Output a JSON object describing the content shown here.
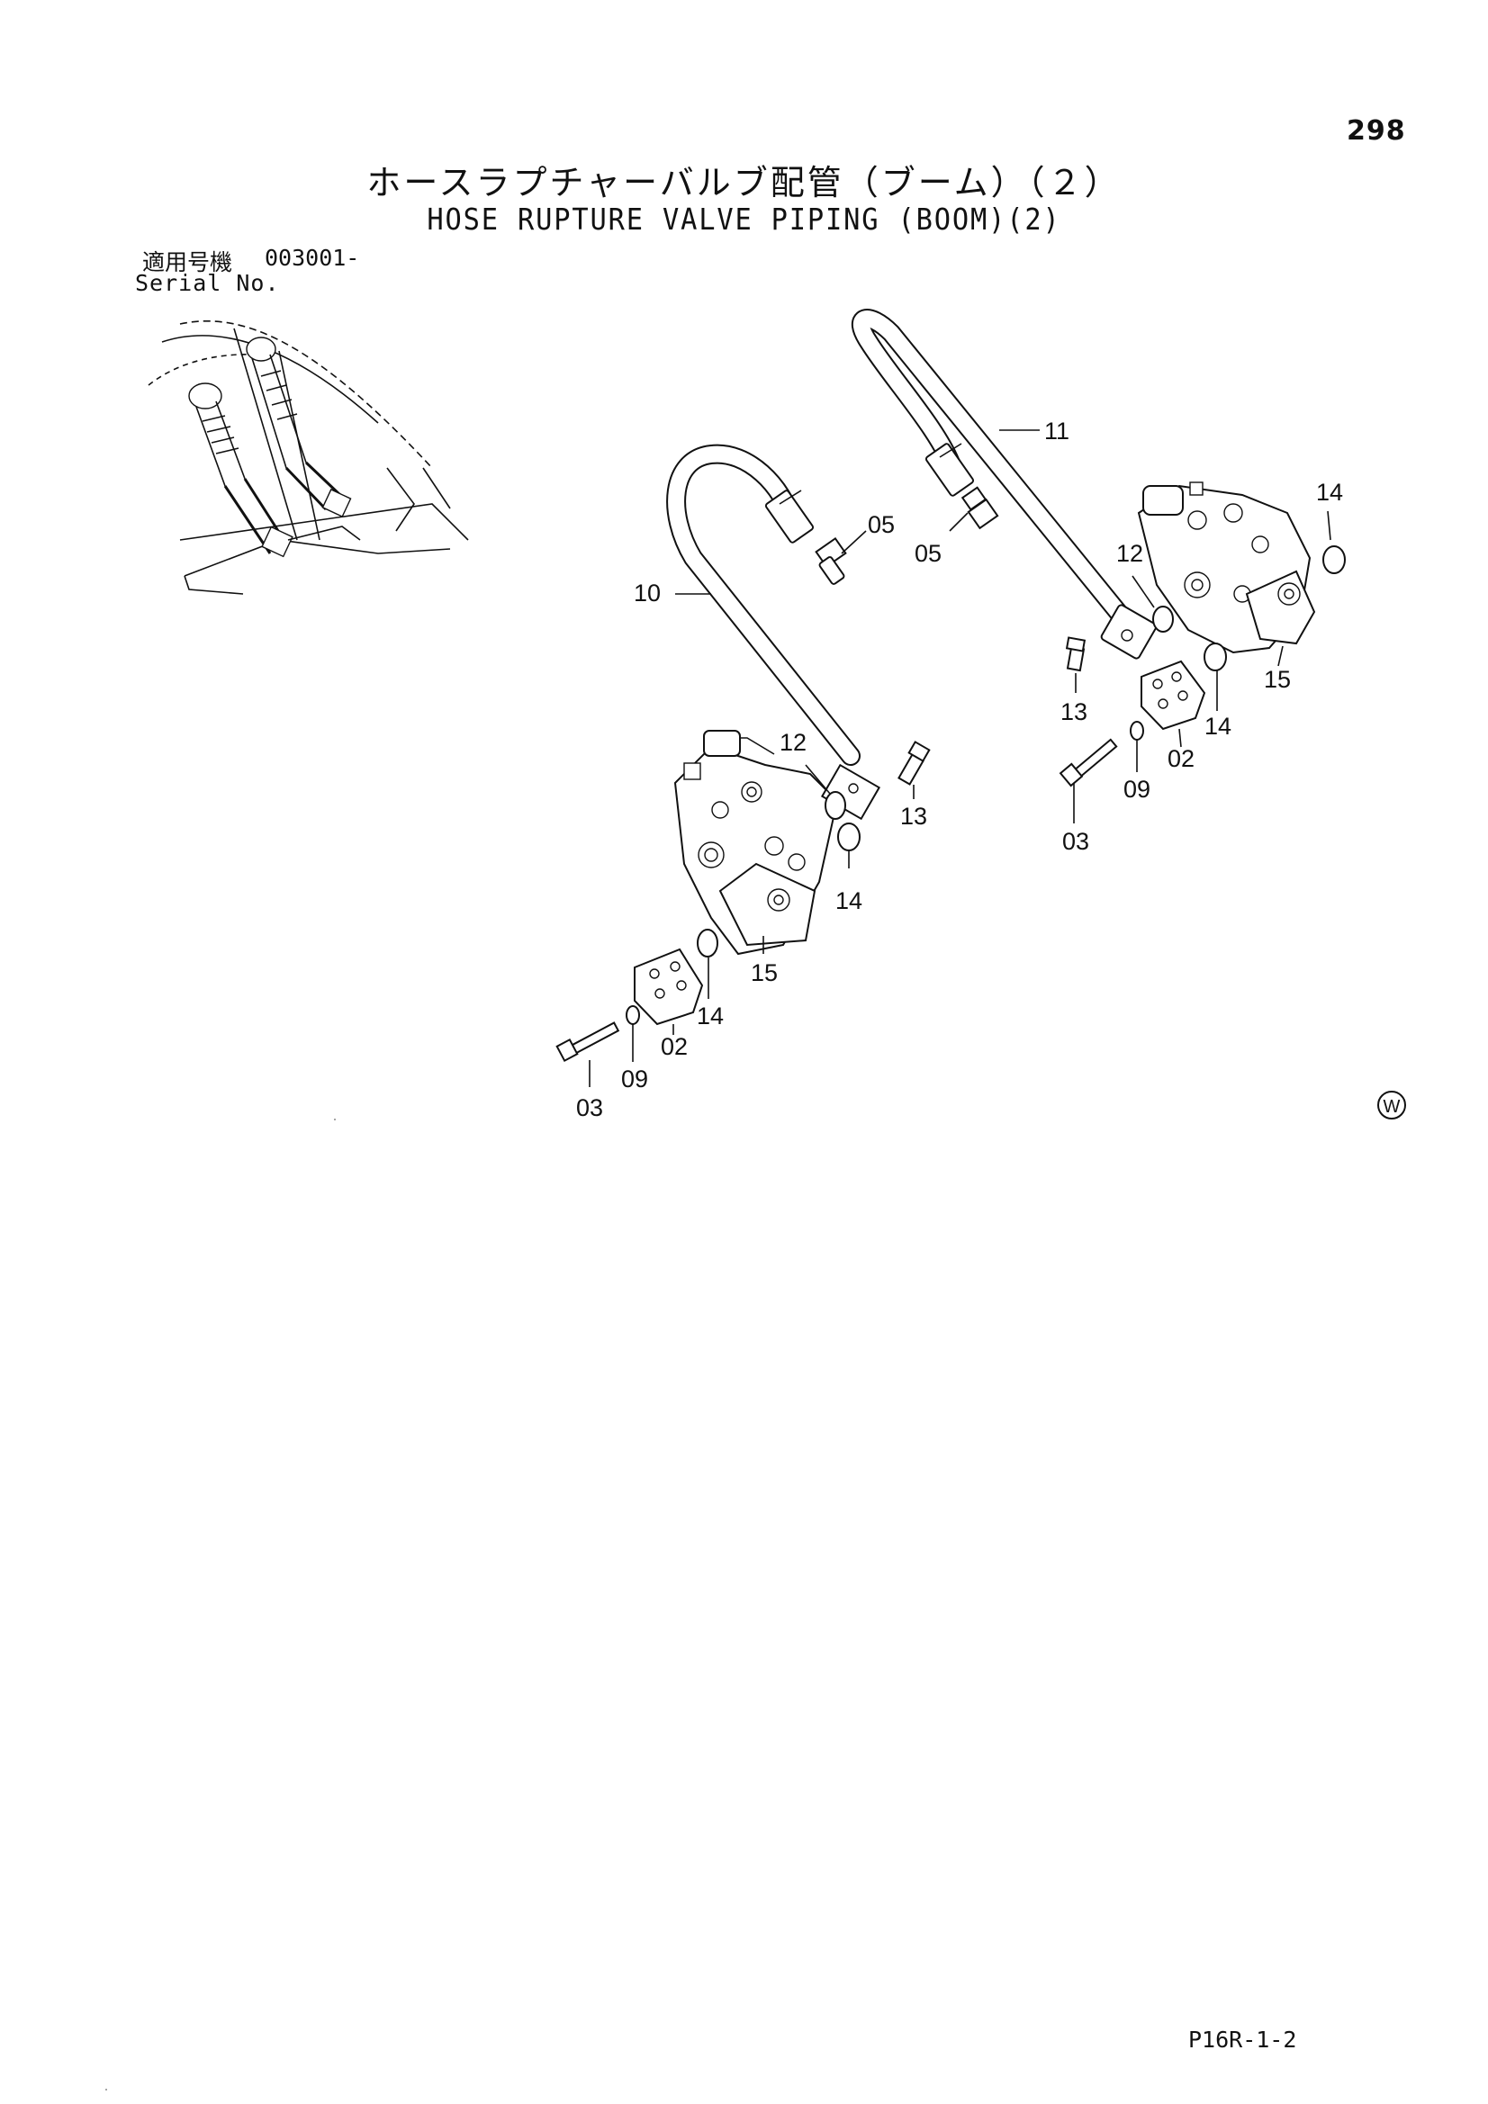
{
  "page_number": "298",
  "title_jp": "ホースラプチャーバルブ配管（ブーム）（２）",
  "title_en": "HOSE RUPTURE VALVE PIPING (BOOM)(2)",
  "serial_label_jp": "適用号機",
  "serial_label_en": "Serial No.",
  "serial_value": "003001-",
  "footer_code": "P16R-1-2",
  "watermark": "W",
  "parts": [
    {
      "id": "11",
      "label": "11"
    },
    {
      "id": "05a",
      "label": "05"
    },
    {
      "id": "05b",
      "label": "05"
    },
    {
      "id": "10",
      "label": "10"
    },
    {
      "id": "14a",
      "label": "14"
    },
    {
      "id": "12a",
      "label": "12"
    },
    {
      "id": "15a",
      "label": "15"
    },
    {
      "id": "13a",
      "label": "13"
    },
    {
      "id": "14b",
      "label": "14"
    },
    {
      "id": "02a",
      "label": "02"
    },
    {
      "id": "09a",
      "label": "09"
    },
    {
      "id": "03a",
      "label": "03"
    },
    {
      "id": "12b",
      "label": "12"
    },
    {
      "id": "13b",
      "label": "13"
    },
    {
      "id": "14c",
      "label": "14"
    },
    {
      "id": "15b",
      "label": "15"
    },
    {
      "id": "14d",
      "label": "14"
    },
    {
      "id": "02b",
      "label": "02"
    },
    {
      "id": "09b",
      "label": "09"
    },
    {
      "id": "03b",
      "label": "03"
    }
  ]
}
